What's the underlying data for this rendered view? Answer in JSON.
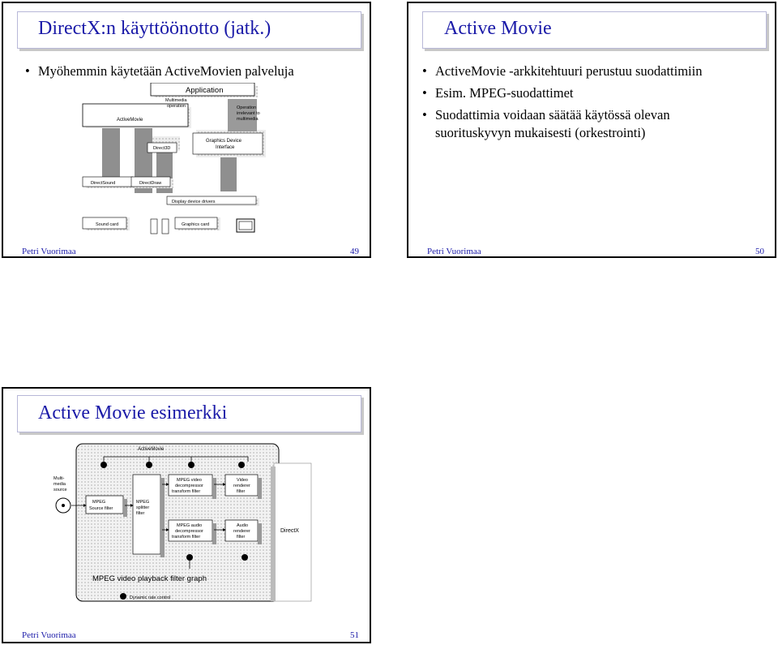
{
  "slides": [
    {
      "number": "49",
      "title": "DirectX:n käyttöönotto (jatk.)",
      "bullets": [
        "Myöhemmin käytetään ActiveMovien palveluja"
      ],
      "footer_author": "Petri Vuorimaa",
      "diagram": {
        "application": "Application",
        "multimedia_operation": [
          "Multimedia",
          "operation"
        ],
        "activemovie": "ActiveMovie",
        "operation_irrelevant": [
          "Operation",
          "irrelevant to",
          "multimedia"
        ],
        "graphics_device_interface": [
          "Graphics Device",
          "Interface"
        ],
        "direct3d": "Direct3D",
        "directsound": "DirectSound",
        "directdraw": "DirectDraw",
        "display_device_drivers": "Display device drivers",
        "sound_card": "Sound card",
        "graphics_card": "Graphics card"
      }
    },
    {
      "number": "50",
      "title": "Active Movie",
      "bullets": [
        "ActiveMovie -arkkitehtuuri perustuu suodattimiin",
        "Esim. MPEG-suodattimet",
        "Suodattimia voidaan säätää käytössä olevan",
        "suorituskyvyn mukaisesti (orkestrointi)"
      ],
      "footer_author": "Petri Vuorimaa"
    },
    {
      "number": "51",
      "title": "Active Movie esimerkki",
      "footer_author": "Petri Vuorimaa",
      "diagram": {
        "activemovie": "ActiveMovie",
        "multimedia_source": [
          "Multi-",
          "media",
          "source"
        ],
        "mpeg_source_filter": [
          "MPEG",
          "Source filter"
        ],
        "mpeg_splitter_filter": [
          "MPEG",
          "splitter",
          "filter"
        ],
        "mpeg_video_decompressor": [
          "MPEG video",
          "decompressor",
          "transform filter"
        ],
        "video_renderer": [
          "Video",
          "renderer",
          "filter"
        ],
        "mpeg_audio_decompressor": [
          "MPEG audio",
          "decompressor",
          "transform filter"
        ],
        "audio_renderer": [
          "Audio",
          "renderer",
          "filter"
        ],
        "directx": "DirectX",
        "caption": "MPEG video playback filter graph",
        "dynamic_rate_control": "Dynamic rate control"
      }
    }
  ]
}
